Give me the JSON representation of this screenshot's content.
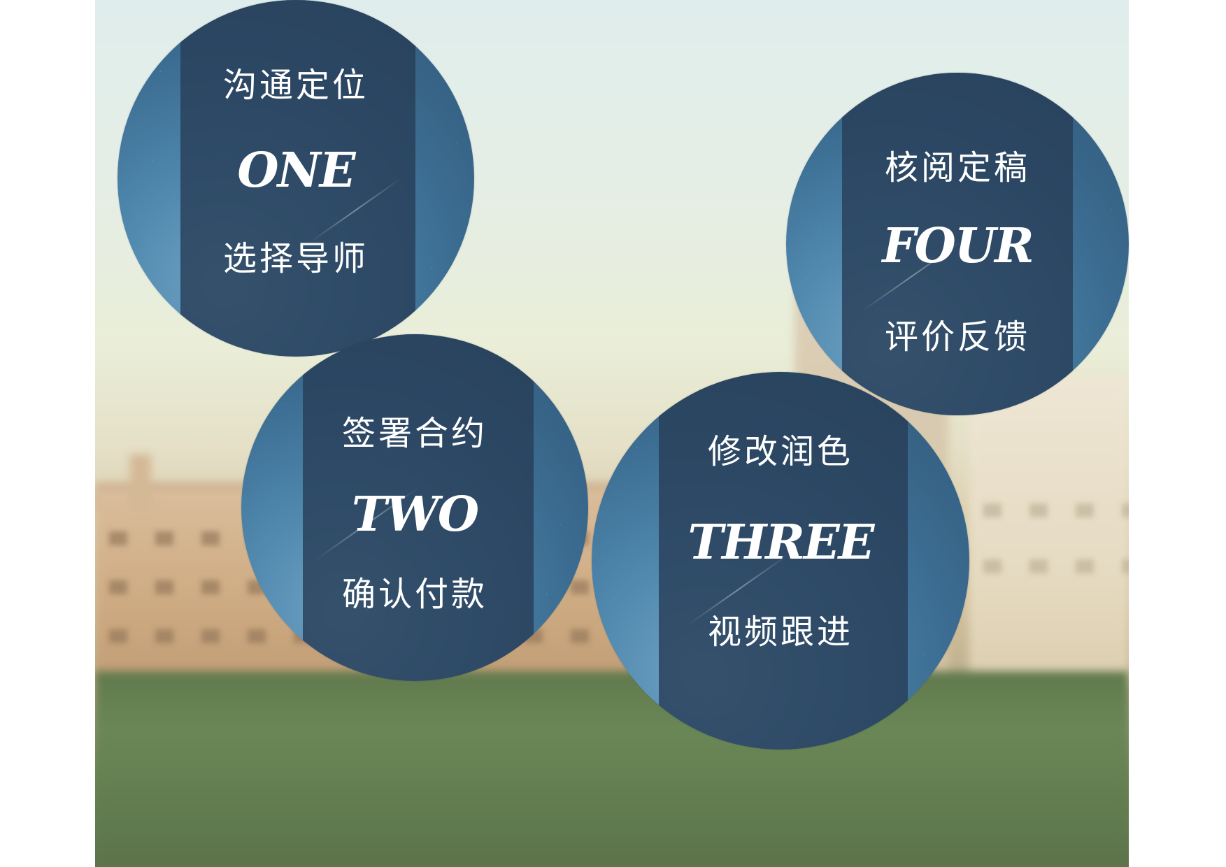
{
  "steps": [
    {
      "number_label": "ONE",
      "top_label": "沟通定位",
      "bottom_label": "选择导师"
    },
    {
      "number_label": "TWO",
      "top_label": "签署合约",
      "bottom_label": "确认付款"
    },
    {
      "number_label": "THREE",
      "top_label": "修改润色",
      "bottom_label": "视频跟进"
    },
    {
      "number_label": "FOUR",
      "top_label": "核阅定稿",
      "bottom_label": "评价反馈"
    }
  ],
  "colors": {
    "circle_base": "#3c6d92",
    "panel": "#283e58",
    "text": "#ffffff"
  }
}
